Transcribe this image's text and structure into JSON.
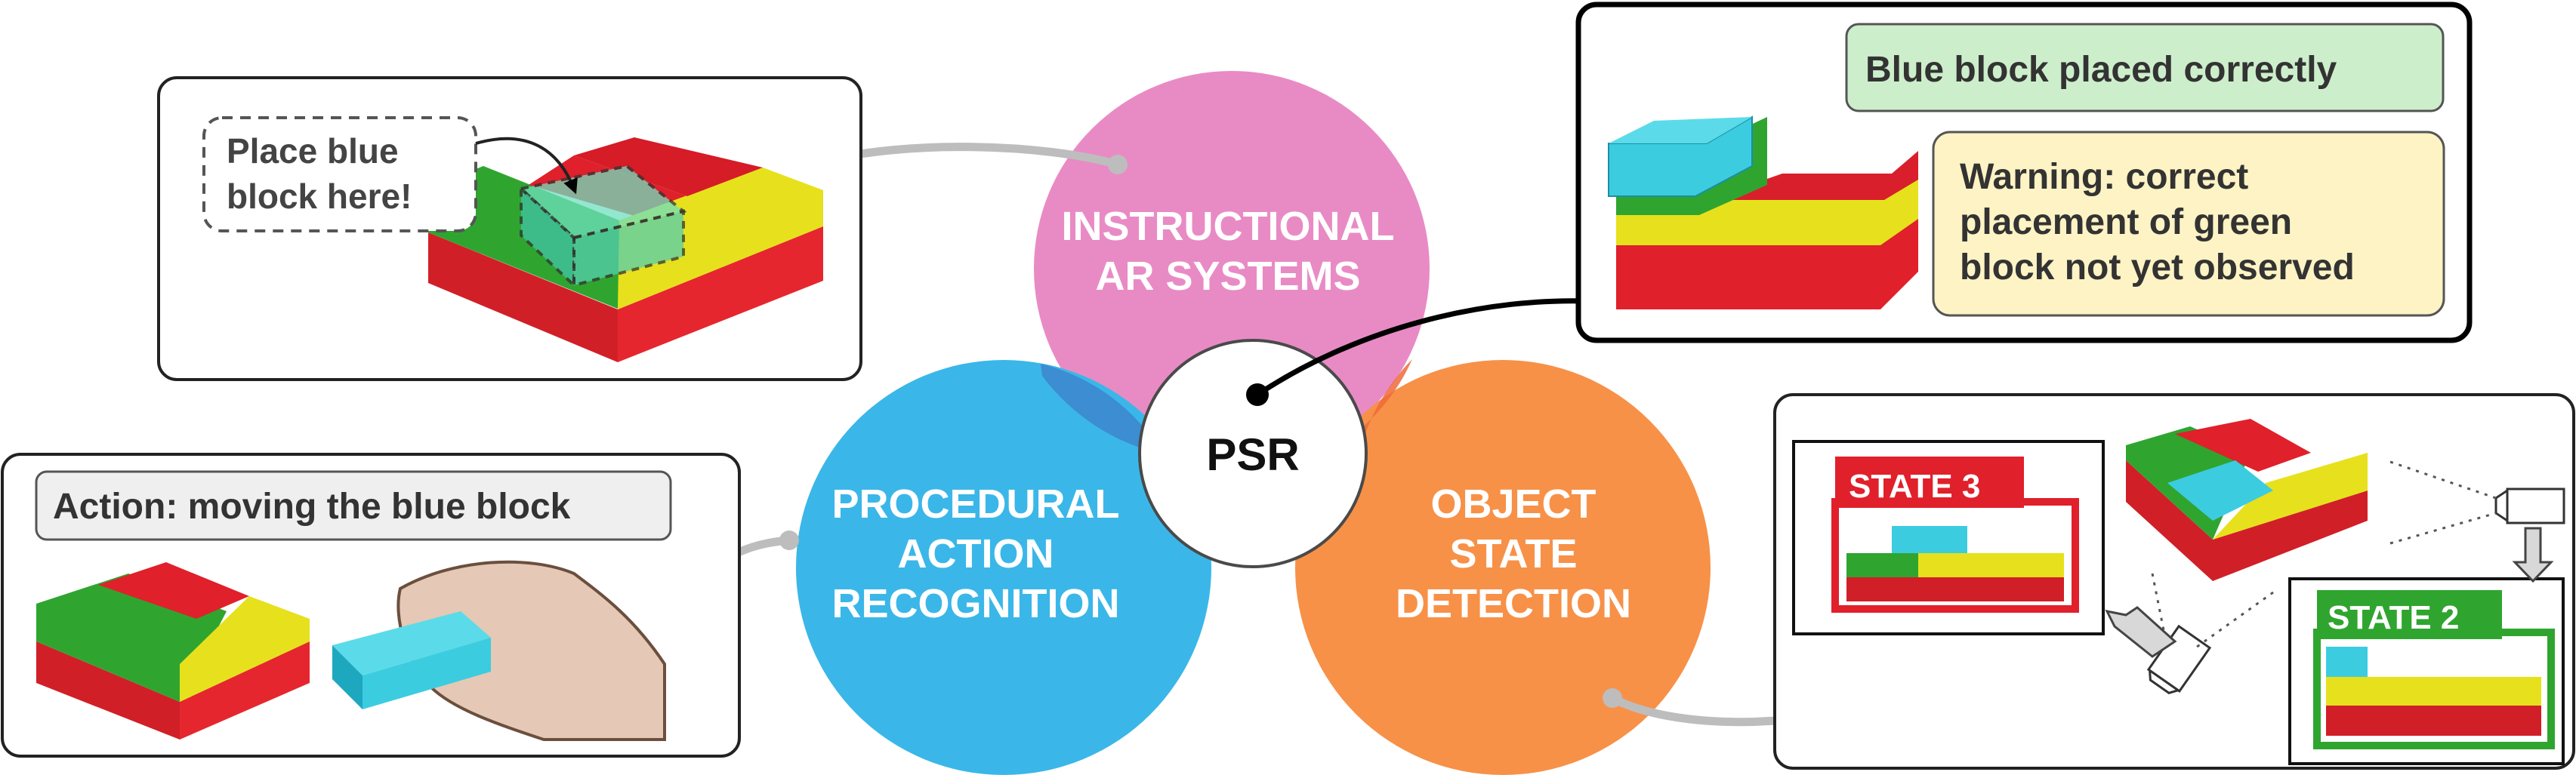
{
  "colors": {
    "instructional": "#e88bc5",
    "action": "#3ab7e8",
    "object": "#f79148",
    "lego_red": "#e0202b",
    "lego_green": "#2fa52f",
    "lego_yellow": "#e6e11c",
    "lego_blue": "#3ccce0",
    "success_bg": "#cdeecb",
    "warning_bg": "#fdf3c4"
  },
  "center": {
    "label": "PSR"
  },
  "circles": {
    "instructional": {
      "line1": "INSTRUCTIONAL",
      "line2": "AR SYSTEMS"
    },
    "action": {
      "line1": "PROCEDURAL",
      "line2": "ACTION",
      "line3": "RECOGNITION"
    },
    "object": {
      "line1": "OBJECT",
      "line2": "STATE",
      "line3": "DETECTION"
    }
  },
  "panels": {
    "instruction": {
      "callout_line1": "Place blue",
      "callout_line2": "block here!"
    },
    "feedback": {
      "success": "Blue block placed correctly",
      "warning_line1": "Warning: correct",
      "warning_line2": "placement of green",
      "warning_line3": "block not yet observed"
    },
    "action": {
      "caption": "Action: moving the blue block"
    },
    "state": {
      "state3": "STATE 3",
      "state2": "STATE 2"
    }
  },
  "icons": [
    "camera-icon",
    "hand-icon",
    "lego-model-icon"
  ]
}
